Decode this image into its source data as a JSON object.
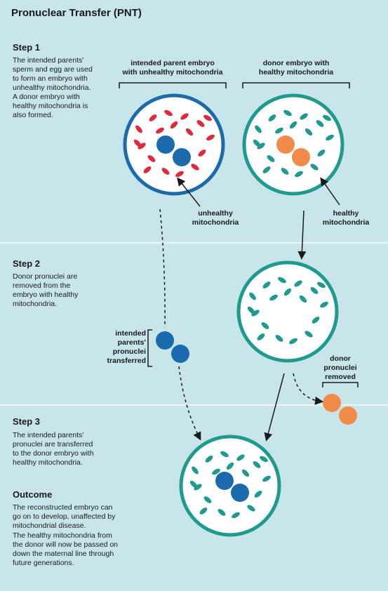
{
  "title": "Pronuclear Transfer (PNT)",
  "step1": {
    "heading": "Step 1",
    "text": "The intended parents'\nsperm and egg are used\nto form an embryo with\nunhealthy mitochondria.\nA donor embryo with\nhealthy mitochondria is\nalso formed."
  },
  "step2": {
    "heading": "Step 2",
    "text": "Donor pronuclei are\nremoved from the\nembryo with healthy\nmitochondria."
  },
  "step3": {
    "heading": "Step 3",
    "text": "The intended parents'\npronuclei are transferred\nto the donor embryo with\nhealthy mitochondria."
  },
  "outcome": {
    "heading": "Outcome",
    "text1": "The reconstructed embryo can\ngo on to develop, unaffected by\nmitochondrial disease.",
    "text2": "The healthy mitochondria from\nthe donor will now be passed on\ndown the maternal line through\nfuture generations."
  },
  "labels": {
    "intended_embryo": "intended parent embryo\nwith unhealthy mitochondria",
    "donor_embryo": "donor embryo with\nhealthy mitochondria",
    "unhealthy_mito": "unhealthy\nmitochondria",
    "healthy_mito": "healthy\nmitochondria",
    "pronuclei_transferred": "intended\nparents'\npronuclei\ntransferred",
    "donor_pronuclei_removed": "donor\npronuclei\nremoved"
  },
  "colors": {
    "background": "#c8e6ea",
    "intended_ring": "#1a6aad",
    "donor_ring": "#1e9a8e",
    "unhealthy_mito": "#e0293a",
    "healthy_mito": "#1e9a8e",
    "intended_pronucleus": "#1a6aad",
    "donor_pronucleus": "#f08b4a"
  }
}
